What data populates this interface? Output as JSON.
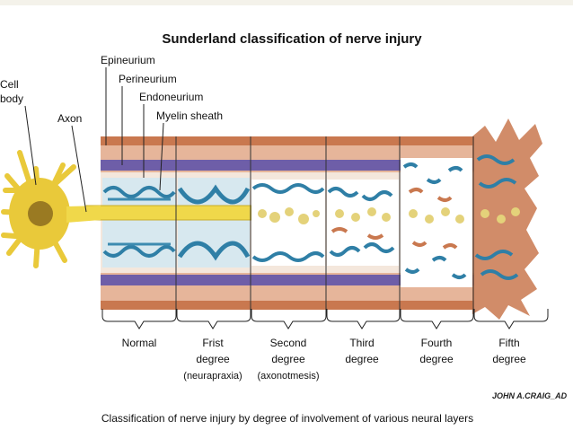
{
  "title": "Sunderland classification of nerve injury",
  "caption": "Classification of nerve injury by degree of involvement of various neural layers",
  "signature": "JOHN A.CRAIG_AD",
  "structure_labels": {
    "cell_body_line1": "Cell",
    "cell_body_line2": "body",
    "axon": "Axon",
    "epineurium": "Epineurium",
    "perineurium": "Perineurium",
    "endoneurium": "Endoneurium",
    "myelin_sheath": "Myelin sheath"
  },
  "degrees": [
    {
      "line1": "Normal",
      "line2": "",
      "line3": ""
    },
    {
      "line1": "Frist",
      "line2": "degree",
      "line3": "(neurapraxia)"
    },
    {
      "line1": "Second",
      "line2": "degree",
      "line3": "(axonotmesis)"
    },
    {
      "line1": "Third",
      "line2": "degree",
      "line3": ""
    },
    {
      "line1": "Fourth",
      "line2": "degree",
      "line3": ""
    },
    {
      "line1": "Fifth",
      "line2": "degree",
      "line3": ""
    }
  ],
  "colors": {
    "epineurium": "#c9784f",
    "perineurium": "#6e5ea8",
    "endoneurium": "#3d8bb0",
    "axon": "#f0d84a",
    "myelin": "#2f7fa6",
    "cell_body": "#e9c93a",
    "nucleus": "#9a7a22",
    "debris": "#e4d27a"
  }
}
